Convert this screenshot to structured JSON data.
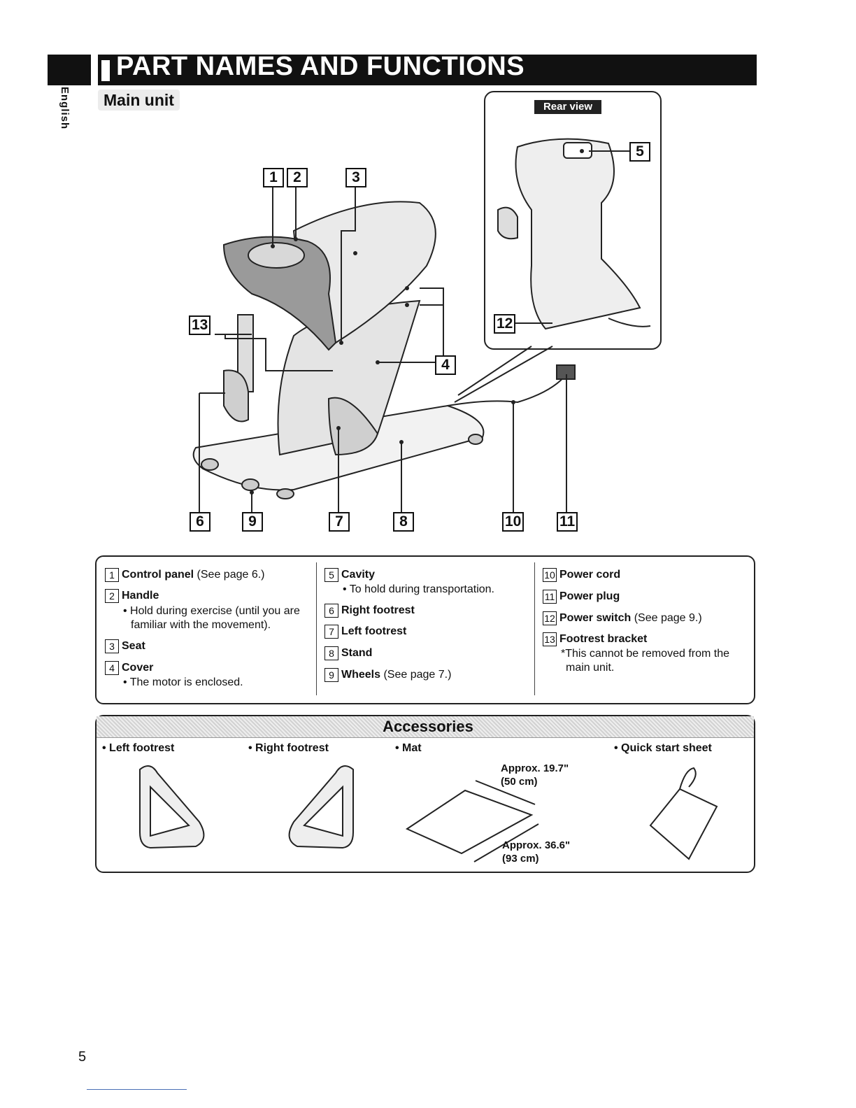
{
  "header": {
    "title": "PART NAMES AND FUNCTIONS",
    "language_tab": "English"
  },
  "main_unit": {
    "label": "Main unit",
    "rear_view_label": "Rear view",
    "callouts": [
      "1",
      "2",
      "3",
      "4",
      "5",
      "6",
      "7",
      "8",
      "9",
      "10",
      "11",
      "12",
      "13"
    ]
  },
  "parts": {
    "col1": [
      {
        "num": "1",
        "name": "Control panel",
        "extra": " (See page 6.)"
      },
      {
        "num": "2",
        "name": "Handle",
        "extra": "",
        "notes": [
          "• Hold during exercise (until you are",
          "familiar with the movement)."
        ]
      },
      {
        "num": "3",
        "name": "Seat",
        "extra": ""
      },
      {
        "num": "4",
        "name": "Cover",
        "extra": "",
        "notes": [
          "• The motor is enclosed."
        ]
      }
    ],
    "col2": [
      {
        "num": "5",
        "name": "Cavity",
        "extra": "",
        "notes": [
          "• To hold during transportation."
        ]
      },
      {
        "num": "6",
        "name": "Right footrest",
        "extra": ""
      },
      {
        "num": "7",
        "name": "Left footrest",
        "extra": ""
      },
      {
        "num": "8",
        "name": "Stand",
        "extra": ""
      },
      {
        "num": "9",
        "name": "Wheels",
        "extra": " (See page 7.)"
      }
    ],
    "col3": [
      {
        "num": "10",
        "name": "Power cord",
        "extra": ""
      },
      {
        "num": "11",
        "name": "Power plug",
        "extra": ""
      },
      {
        "num": "12",
        "name": "Power switch",
        "extra": " (See page 9.)"
      },
      {
        "num": "13",
        "name": "Footrest bracket",
        "extra": "",
        "notes": [
          "*This cannot be removed from the",
          "main unit."
        ]
      }
    ]
  },
  "accessories": {
    "title": "Accessories",
    "items": [
      "• Left footrest",
      "• Right footrest",
      "• Mat",
      "• Quick start sheet"
    ],
    "mat_width": [
      "Approx. 19.7\"",
      "(50 cm)"
    ],
    "mat_length": [
      "Approx. 36.6\"",
      "(93 cm)"
    ]
  },
  "page_number": "5"
}
